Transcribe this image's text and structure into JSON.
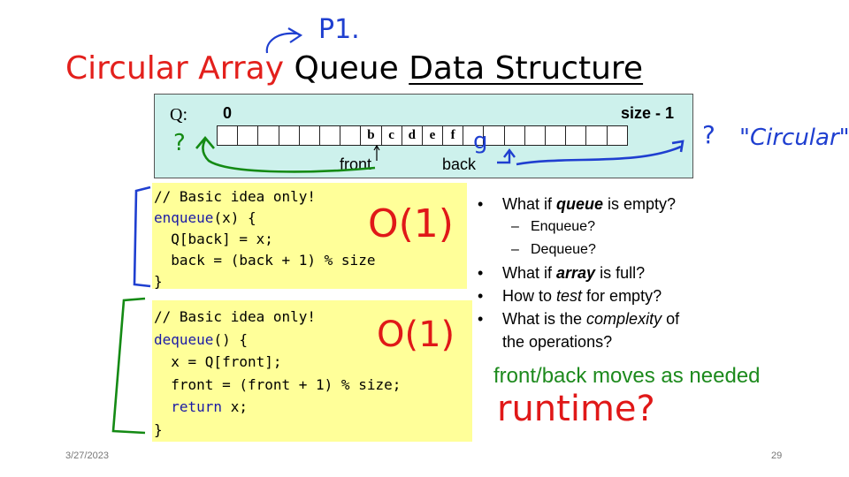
{
  "slide": {
    "title_part1": "Circular Array",
    "title_part2": "Queue",
    "title_part3": "Data Structure",
    "date": "3/27/2023",
    "page_number": "29"
  },
  "diagram": {
    "queue_label": "Q:",
    "start_index": "0",
    "end_index": "size - 1",
    "cells": [
      "",
      "",
      "",
      "",
      "",
      "",
      "",
      "b",
      "c",
      "d",
      "e",
      "f",
      "",
      "",
      "",
      "",
      "",
      "",
      "",
      ""
    ],
    "front_label": "front",
    "back_label": "back"
  },
  "enqueue_code": {
    "line1": "// Basic idea only!",
    "line2a": "enqueue",
    "line2b": "(x) {",
    "line3": "  Q[back] = x;",
    "line4": "  back = (back + 1) % size",
    "line5": "}"
  },
  "dequeue_code": {
    "line1": "// Basic idea only!",
    "line2a": "dequeue",
    "line2b": "() {",
    "line3": "  x = Q[front];",
    "line4": "  front = (front + 1) % size;",
    "line5a": "  ",
    "line5b": "return",
    "line5c": " x;",
    "line6": "}"
  },
  "bullets": {
    "b1_pre": "What if ",
    "b1_em": "queue",
    "b1_post": " is empty?",
    "s1": "Enqueue?",
    "s2": "Dequeue?",
    "b2_pre": "What if ",
    "b2_em": "array",
    "b2_post": " is full?",
    "b3_pre": "How to ",
    "b3_em": "test",
    "b3_post": " for empty?",
    "b4_pre": "What is the ",
    "b4_em": "complexity",
    "b4_post": " of",
    "b4_line2": "the operations?"
  },
  "note": "front/back moves as needed",
  "handwriting": {
    "p1": "P1.",
    "question_left": "?",
    "question_right": "?",
    "circular": "\"Circular\"",
    "g_letter": "g",
    "o1_enqueue": "O(1)",
    "o1_dequeue": "O(1)",
    "runtime": "runtime?"
  },
  "colors": {
    "title_red": "#e3201c",
    "queue_box": "#cdf1ec",
    "code_bg": "#ffff99",
    "keyword_blue": "#1a1aa6",
    "note_green": "#1d8a1d",
    "ink_blue": "#1f3fd0",
    "ink_green": "#148a14",
    "ink_red": "#e01818"
  }
}
